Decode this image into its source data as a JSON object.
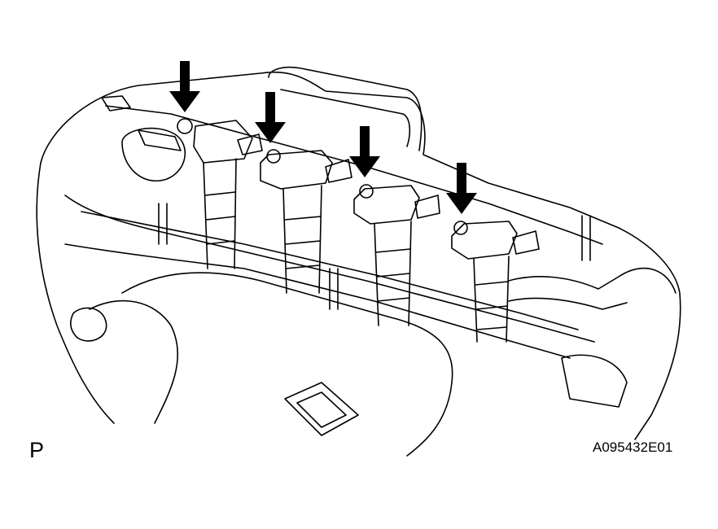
{
  "figure": {
    "view_label": "P",
    "figure_code": "A095432E01",
    "arrow_count": 4,
    "coil_count": 4,
    "line_color": "#000000",
    "background_color": "#ffffff"
  }
}
